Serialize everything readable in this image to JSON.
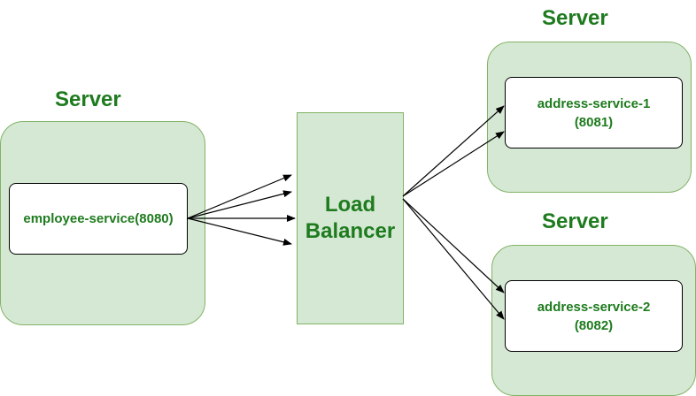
{
  "colors": {
    "node_fill": "#d5e8d4",
    "node_border": "#82b366",
    "text_green": "#1e7b1e",
    "arrow": "#000000"
  },
  "servers": [
    {
      "title": "Server",
      "service_lines": [
        "employee-service(8080)"
      ]
    },
    {
      "title": "Server",
      "service_lines": [
        "address-service-1",
        "(8081)"
      ]
    },
    {
      "title": "Server",
      "service_lines": [
        "address-service-2",
        "(8082)"
      ]
    }
  ],
  "load_balancer": {
    "lines": [
      "Load",
      "Balancer"
    ]
  }
}
